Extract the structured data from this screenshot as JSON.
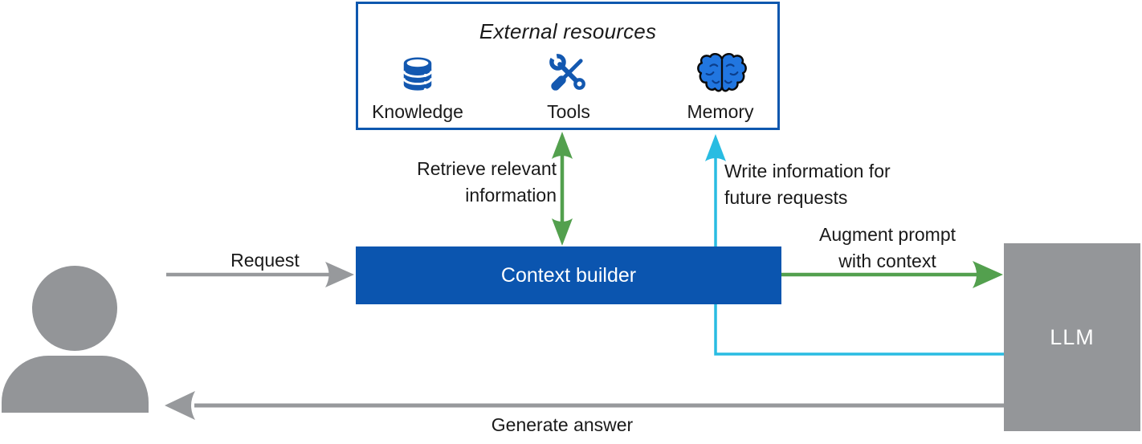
{
  "colors": {
    "brand_blue": "#0B55AF",
    "box_border_blue": "#0E57AE",
    "cyan": "#29BCE2",
    "green": "#53A04E",
    "arrow_gray": "#97999C",
    "node_gray": "#949699",
    "person_gray": "#939598",
    "icon_blue": "#1358B0",
    "brain_blue": "#2176E0",
    "brain_outline": "#0B0B0B",
    "brain_detail": "#0B3E8C",
    "text": "#1A1A1A"
  },
  "external_resources": {
    "title": "External resources",
    "items": [
      {
        "label": "Knowledge",
        "icon": "database-icon"
      },
      {
        "label": "Tools",
        "icon": "tools-icon"
      },
      {
        "label": "Memory",
        "icon": "brain-icon"
      }
    ]
  },
  "nodes": {
    "user": {
      "icon": "person-icon"
    },
    "context_builder": {
      "label": "Context builder"
    },
    "llm": {
      "label": "LLM"
    }
  },
  "edges": {
    "request": {
      "label": "Request",
      "color": "gray",
      "from": "user",
      "to": "context_builder"
    },
    "retrieve": {
      "label": [
        "Retrieve relevant",
        "information"
      ],
      "color": "green",
      "between": [
        "context_builder",
        "external_resources"
      ],
      "bidirectional": true
    },
    "write": {
      "label": [
        "Write information for",
        "future requests"
      ],
      "color": "cyan",
      "from": "llm",
      "to": "memory"
    },
    "augment": {
      "label": [
        "Augment prompt",
        "with context"
      ],
      "color": "green",
      "from": "context_builder",
      "to": "llm"
    },
    "generate": {
      "label": "Generate answer",
      "color": "gray",
      "from": "llm",
      "to": "user"
    },
    "knowledge_tools": {
      "style": "dotted",
      "color": "cyan",
      "from": "tools",
      "to": "knowledge"
    },
    "tools_memory": {
      "style": "dotted",
      "color": "cyan",
      "from": "tools",
      "to": "memory"
    }
  }
}
